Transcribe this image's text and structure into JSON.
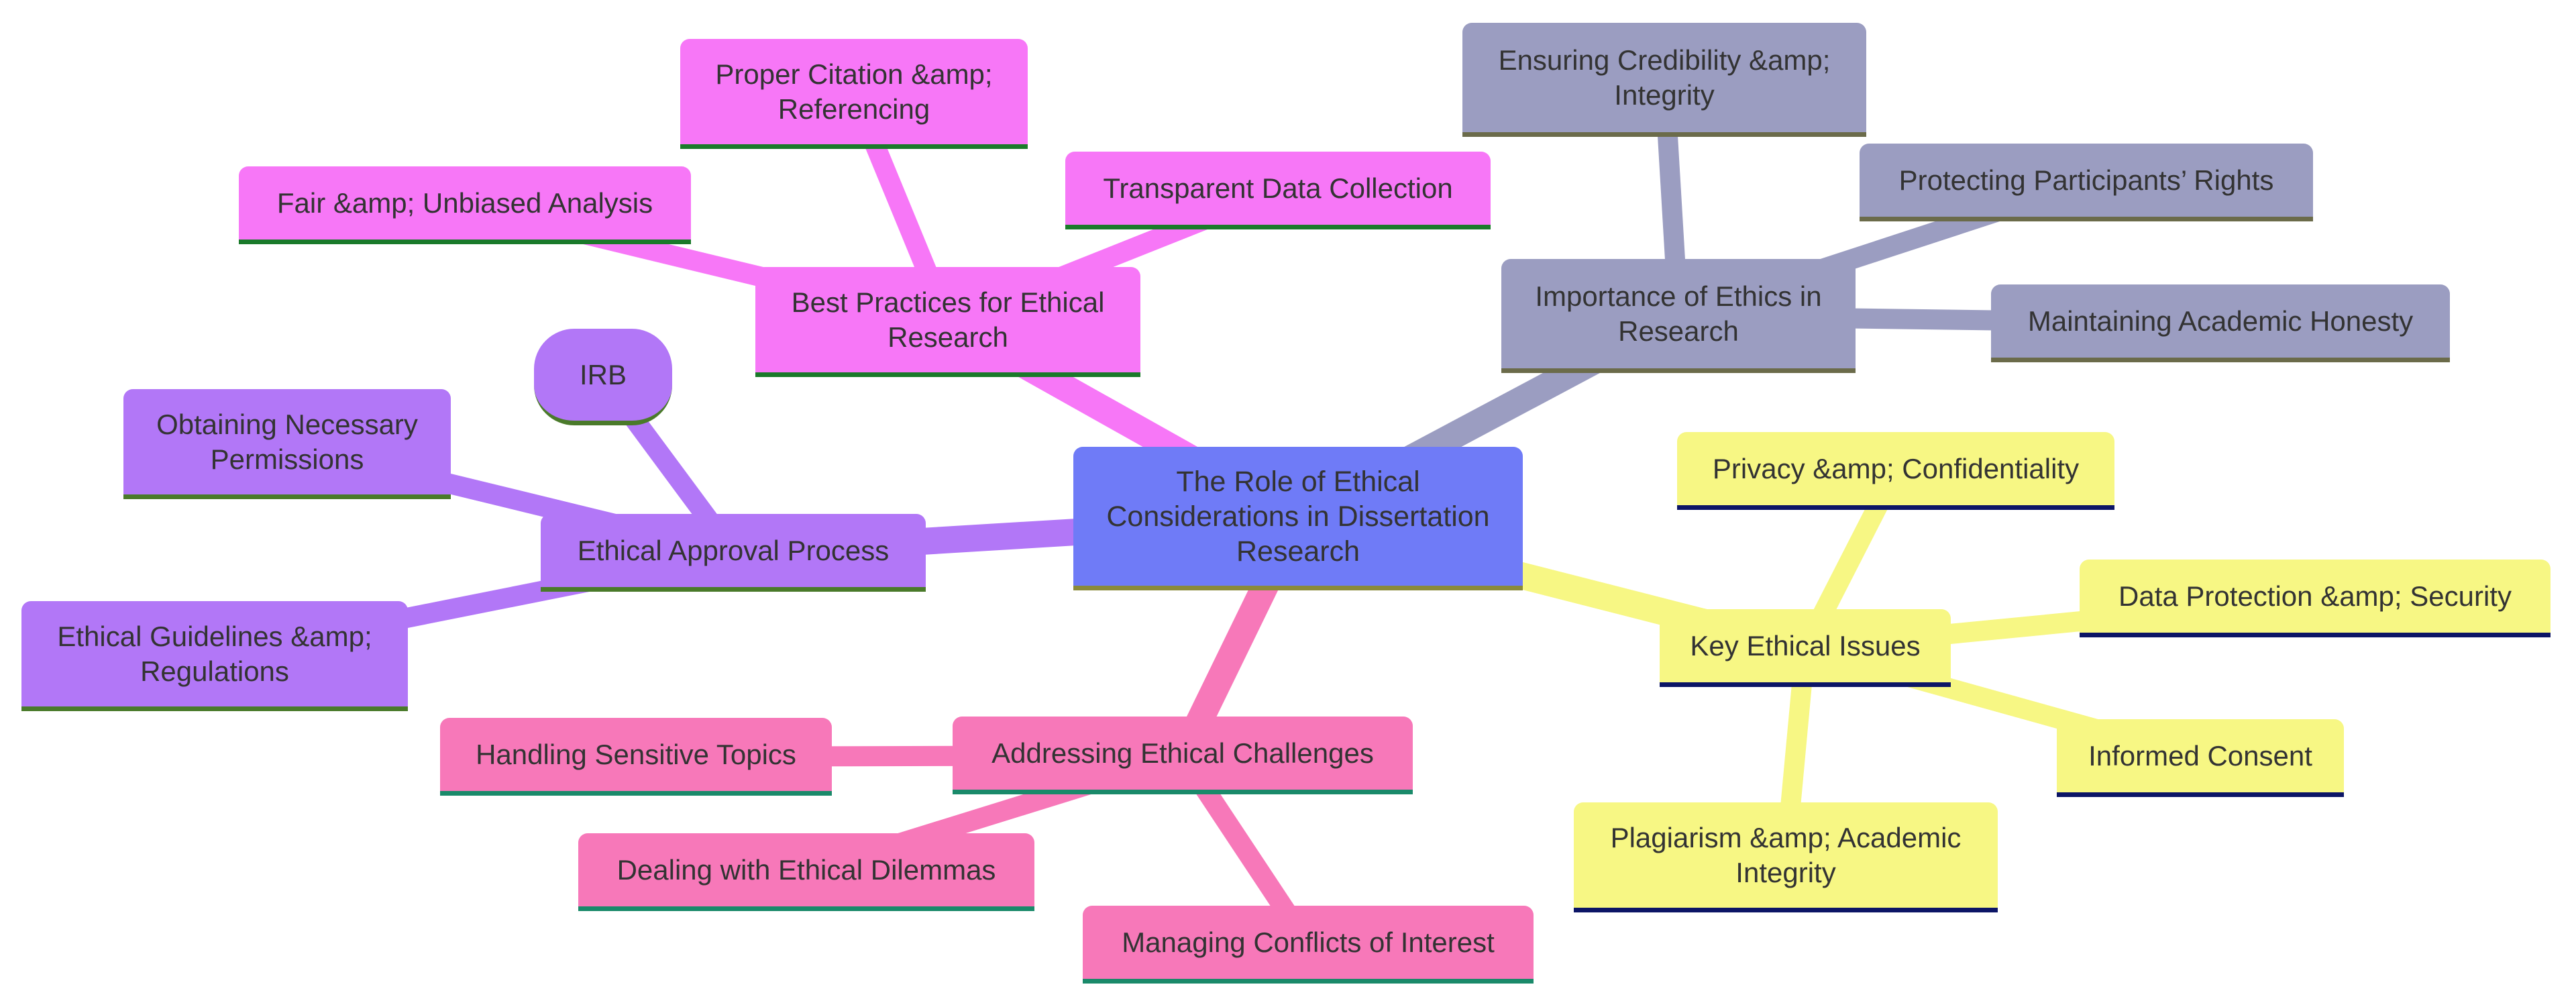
{
  "mindmap": {
    "root": {
      "label": "The Role of Ethical Considerations in Dissertation Research",
      "color": "#6f7bf7",
      "underline": "#8a8a3a"
    },
    "branches": [
      {
        "id": "importance",
        "label": "Importance of Ethics in Research",
        "color": "#9b9dc1",
        "underline": "#6b6b4a",
        "children": [
          "Ensuring Credibility &amp; Integrity",
          "Protecting Participants’ Rights",
          "Maintaining Academic Honesty"
        ]
      },
      {
        "id": "key",
        "label": "Key Ethical Issues",
        "color": "#f7f784",
        "underline": "#0c1566",
        "children": [
          "Privacy &amp; Confidentiality",
          "Data Protection &amp; Security",
          "Informed Consent",
          "Plagiarism &amp; Academic Integrity"
        ]
      },
      {
        "id": "addressing",
        "label": "Addressing Ethical Challenges",
        "color": "#f778b9",
        "underline": "#1a8a6a",
        "children": [
          "Handling Sensitive Topics",
          "Dealing with Ethical Dilemmas",
          "Managing Conflicts of Interest"
        ]
      },
      {
        "id": "approval",
        "label": "Ethical Approval Process",
        "color": "#b277f7",
        "underline": "#4a7a2a",
        "children": [
          "IRB",
          "Obtaining Necessary Permissions",
          "Ethical Guidelines &amp; Regulations"
        ]
      },
      {
        "id": "best",
        "label": "Best Practices for Ethical Research",
        "color": "#f777f7",
        "underline": "#1a7a2a",
        "children": [
          "Proper Citation &amp; Referencing",
          "Fair &amp; Unbiased Analysis",
          "Transparent Data Collection"
        ]
      }
    ]
  }
}
